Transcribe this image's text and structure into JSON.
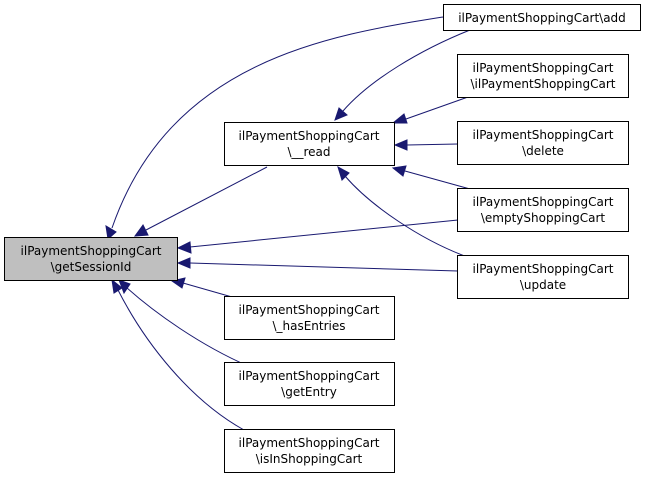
{
  "colors": {
    "edge": "#191970",
    "node_border": "#000000",
    "node_fill": "#ffffff",
    "highlight_fill": "#bfbfbf"
  },
  "nodes": {
    "getSessionId": {
      "lines": [
        "ilPaymentShoppingCart",
        "\\getSessionId"
      ],
      "highlighted": true
    },
    "read": {
      "lines": [
        "ilPaymentShoppingCart",
        "\\__read"
      ]
    },
    "hasEntries": {
      "lines": [
        "ilPaymentShoppingCart",
        "\\_hasEntries"
      ]
    },
    "getEntry": {
      "lines": [
        "ilPaymentShoppingCart",
        "\\getEntry"
      ]
    },
    "isInShoppingCart": {
      "lines": [
        "ilPaymentShoppingCart",
        "\\isInShoppingCart"
      ]
    },
    "add": {
      "lines": [
        "ilPaymentShoppingCart\\add"
      ]
    },
    "constructor": {
      "lines": [
        "ilPaymentShoppingCart",
        "\\ilPaymentShoppingCart"
      ]
    },
    "delete": {
      "lines": [
        "ilPaymentShoppingCart",
        "\\delete"
      ]
    },
    "emptyShoppingCart": {
      "lines": [
        "ilPaymentShoppingCart",
        "\\emptyShoppingCart"
      ]
    },
    "update": {
      "lines": [
        "ilPaymentShoppingCart",
        "\\update"
      ]
    }
  },
  "edges": [
    {
      "from": "add",
      "to": "getSessionId"
    },
    {
      "from": "read",
      "to": "getSessionId"
    },
    {
      "from": "emptyShoppingCart",
      "to": "getSessionId"
    },
    {
      "from": "update",
      "to": "getSessionId"
    },
    {
      "from": "hasEntries",
      "to": "getSessionId"
    },
    {
      "from": "getEntry",
      "to": "getSessionId"
    },
    {
      "from": "isInShoppingCart",
      "to": "getSessionId"
    },
    {
      "from": "add",
      "to": "read"
    },
    {
      "from": "constructor",
      "to": "read"
    },
    {
      "from": "delete",
      "to": "read"
    },
    {
      "from": "emptyShoppingCart",
      "to": "read"
    },
    {
      "from": "update",
      "to": "read"
    }
  ]
}
